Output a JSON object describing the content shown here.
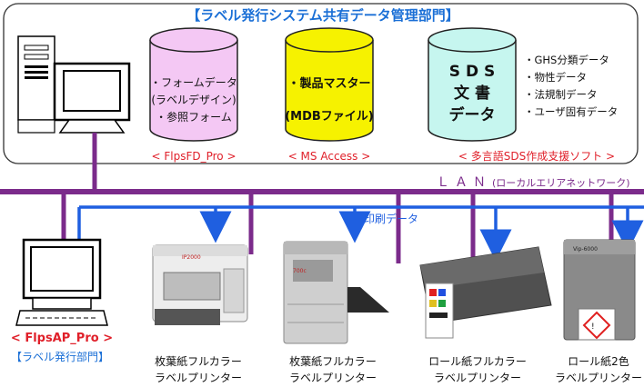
{
  "top_title": "【ラベル発行システム共有データ管理部門】",
  "cylinders": [
    {
      "lines": [
        "・フォームデータ",
        "(ラベルデザイン)",
        "・参照フォーム"
      ],
      "caption": "< FlpsFD_Pro >"
    },
    {
      "lines": [
        "・製品マスター",
        "(MDBファイル)"
      ],
      "caption": "< MS Access >"
    },
    {
      "lines": [
        "S D S",
        "文 書",
        "データ"
      ],
      "caption": "< 多言語SDS作成支援ソフト >"
    }
  ],
  "sds_items": [
    "・GHS分類データ",
    "・物性データ",
    "・法規制データ",
    "・ユーザ固有データ"
  ],
  "lan_label": "ＬＡＮ",
  "lan_sub": "(ローカルエリアネットワーク)",
  "print_label": "印刷データ",
  "client": {
    "name": "< FlpsAP_Pro >",
    "dept": "【ラベル発行部門】"
  },
  "printers": [
    {
      "line1": "枚葉紙フルカラー",
      "line2": "ラベルプリンター"
    },
    {
      "line1": "枚葉紙フルカラー",
      "line2": "ラベルプリンター"
    },
    {
      "line1": "ロール紙フルカラー",
      "line2": "ラベルプリンター"
    },
    {
      "line1": "ロール紙2色",
      "line2": "ラベルプリンター"
    }
  ],
  "colors": {
    "lan": "#7b2b8b",
    "print": "#1f5fe0",
    "caption": "#e0202a",
    "title": "#1a6fd6",
    "cyl1": "#f4c8f4",
    "cyl2": "#f6f200",
    "cyl3": "#c6f6ef"
  }
}
